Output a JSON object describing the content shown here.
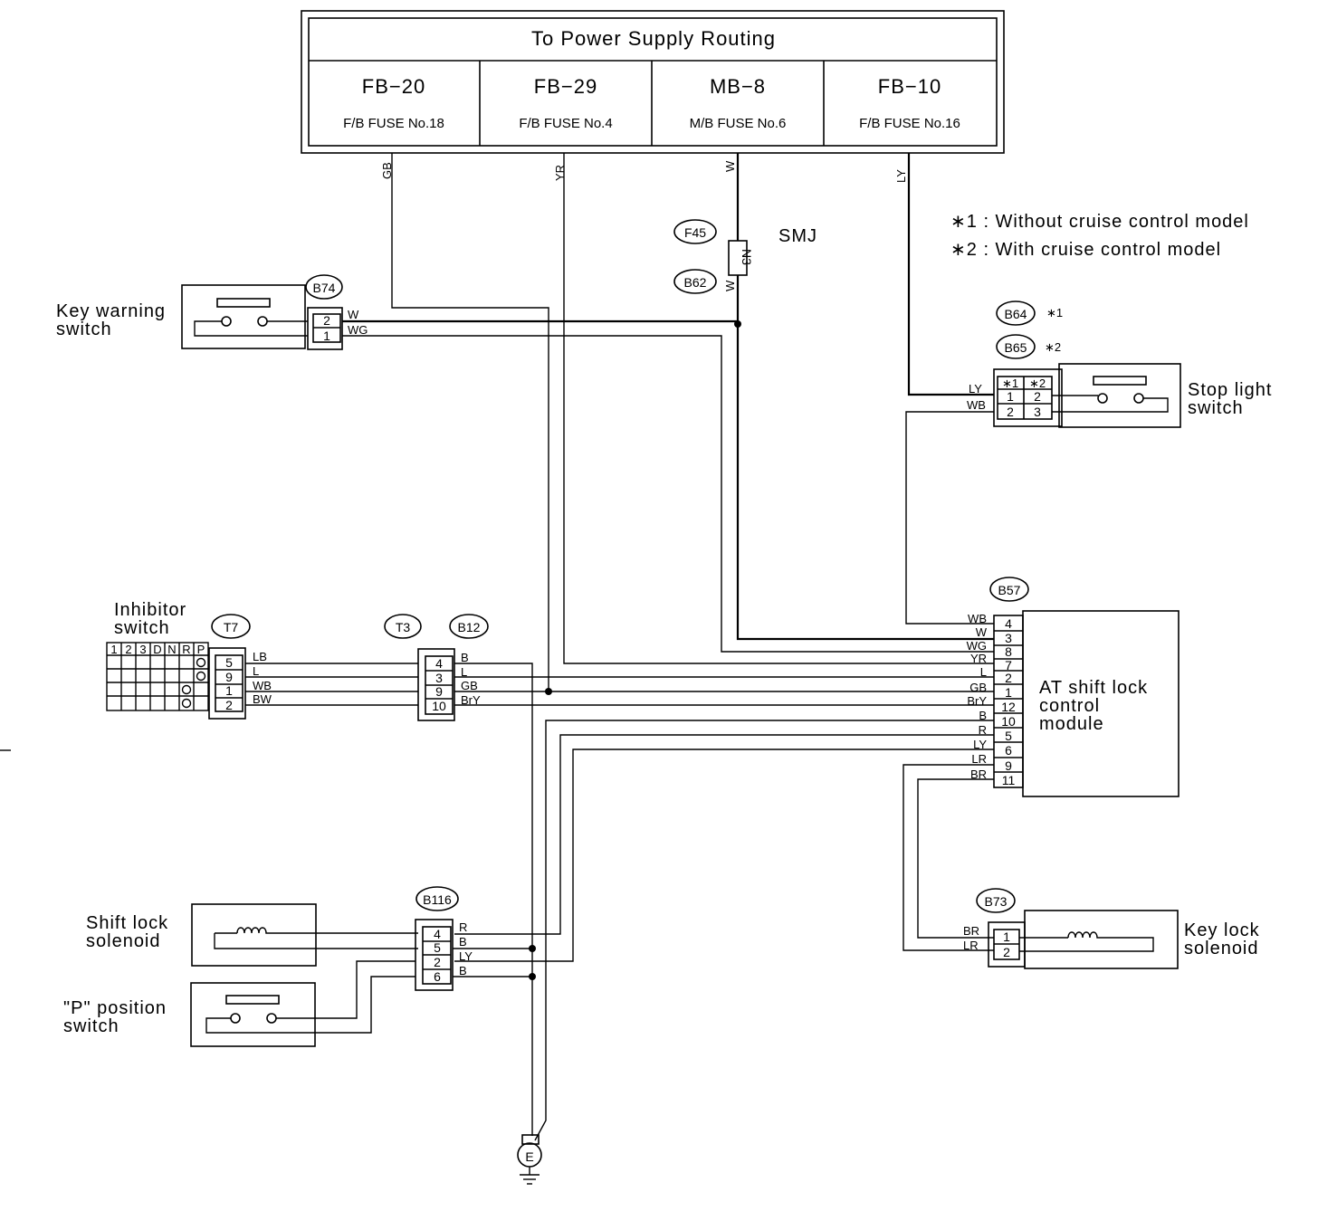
{
  "power": {
    "title": "To Power Supply Routing",
    "fuses": [
      {
        "code": "FB−20",
        "label": "F/B FUSE No.18"
      },
      {
        "code": "FB−29",
        "label": "F/B FUSE No.4"
      },
      {
        "code": "MB−8",
        "label": "M/B FUSE No.6"
      },
      {
        "code": "FB−10",
        "label": "F/B FUSE No.16"
      }
    ],
    "wires": [
      "GB",
      "YR",
      "W",
      "LY"
    ]
  },
  "notes": {
    "n1": "∗1 : Without cruise control model",
    "n2": "∗2 : With cruise control model",
    "star1": "∗1",
    "star2": "∗2"
  },
  "smj": {
    "label": "SMJ",
    "f45": "F45",
    "b62": "B62",
    "n3": "N3",
    "wire": "W"
  },
  "key_warning": {
    "label1": "Key warning",
    "label2": "switch",
    "connector": "B74",
    "pins": [
      "2",
      "1"
    ],
    "wires": [
      "W",
      "WG"
    ]
  },
  "stop_light": {
    "label1": "Stop light",
    "label2": "switch",
    "connector1": "B64",
    "connector2": "B65",
    "header": [
      "∗1",
      "∗2"
    ],
    "rows": [
      [
        "1",
        "2"
      ],
      [
        "2",
        "3"
      ]
    ],
    "wires": [
      "LY",
      "WB"
    ]
  },
  "inhibitor": {
    "label1": "Inhibitor",
    "label2": "switch",
    "connector": "T7",
    "positions": [
      "1",
      "2",
      "3",
      "D",
      "N",
      "R",
      "P"
    ],
    "pins": [
      "5",
      "9",
      "1",
      "2"
    ],
    "wires": [
      "LB",
      "L",
      "WB",
      "BW"
    ]
  },
  "t3b12": {
    "t3": "T3",
    "b12": "B12",
    "pins": [
      "4",
      "3",
      "9",
      "10"
    ],
    "wires": [
      "B",
      "L",
      "GB",
      "BrY"
    ]
  },
  "module": {
    "connector": "B57",
    "label1": "AT shift lock",
    "label2": "control",
    "label3": "module",
    "pins": [
      "4",
      "3",
      "8",
      "7",
      "2",
      "1",
      "12",
      "10",
      "5",
      "6",
      "9",
      "11"
    ],
    "wires": [
      "WB",
      "W",
      "WG",
      "YR",
      "L",
      "GB",
      "BrY",
      "B",
      "R",
      "LY",
      "LR",
      "BR"
    ]
  },
  "shift_lock": {
    "label1": "Shift lock",
    "label2": "solenoid",
    "connector": "B116",
    "pins": [
      "4",
      "5",
      "2",
      "6"
    ],
    "wires": [
      "R",
      "B",
      "LY",
      "B"
    ]
  },
  "p_switch": {
    "label1": "\"P\" position",
    "label2": "switch"
  },
  "key_lock": {
    "label1": "Key lock",
    "label2": "solenoid",
    "connector": "B73",
    "pins": [
      "1",
      "2"
    ],
    "wires": [
      "BR",
      "LR"
    ]
  },
  "ground": {
    "label": "E"
  }
}
